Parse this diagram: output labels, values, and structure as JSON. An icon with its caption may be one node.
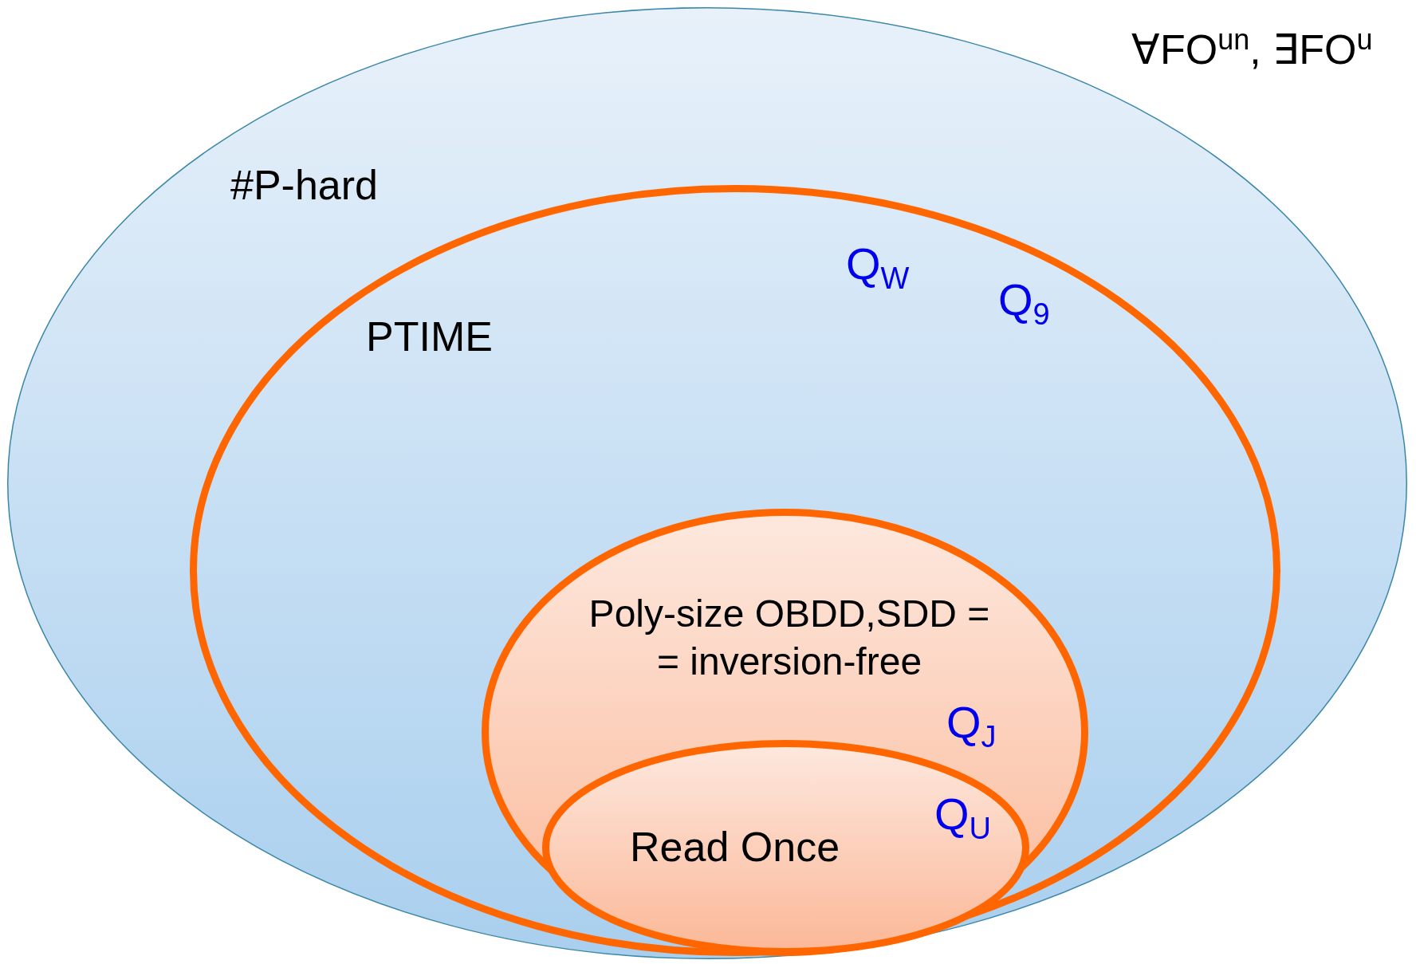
{
  "diagram": {
    "nodes": [
      {
        "text": [
          "#P-hard"
        ]
      },
      {
        "text": [
          "PTIME"
        ],
        "in": 0
      },
      {
        "text": [
          "Poly-size OBDD,SDD = = inversion-free"
        ],
        "in": 1
      },
      {
        "text": [
          "Read Once"
        ],
        "in": 2
      }
    ],
    "edges": [],
    "labels": [
      "∀FO$^{un}$, ∃FO$^{u}$",
      "Q$_{W}$",
      "Q$_{9}$",
      "Q$_{J}$",
      "Q$_{U}$"
    ]
  }
}
